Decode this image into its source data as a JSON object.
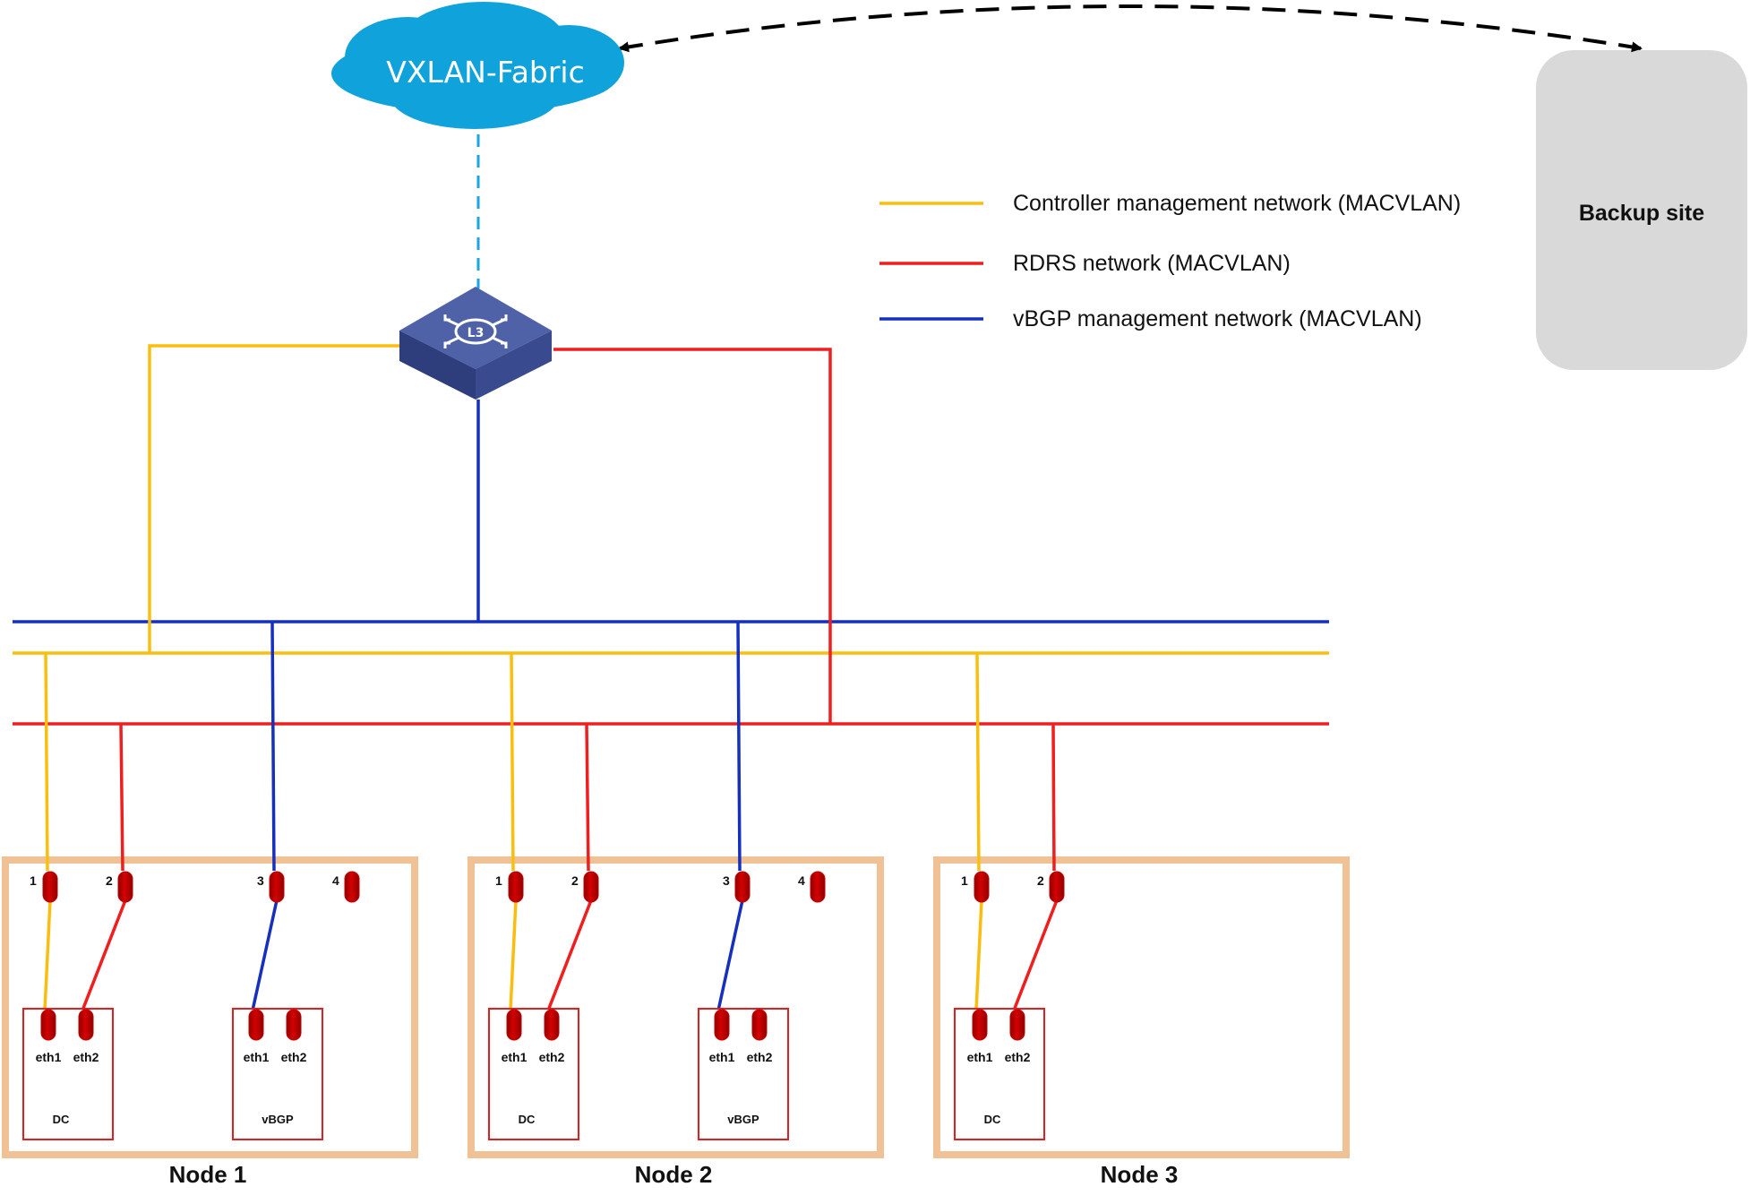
{
  "colors": {
    "controller": "#fbbd0e",
    "rdrs": "#ef1f1f",
    "vbgp": "#1530bd",
    "fabric_link": "#1aa6e0",
    "cloud": "#10a2db",
    "node_border": "#f1c196",
    "port": "#c20000",
    "vm_border": "#e02020",
    "backup_fill": "#d9d9d9",
    "switch_top": "#4f62a8",
    "switch_side": "#2e3d7c"
  },
  "cloud": {
    "label": "VXLAN-Fabric"
  },
  "backup": {
    "label": "Backup site"
  },
  "switch": {
    "icon": "l3-switch-icon"
  },
  "legend": [
    {
      "key": "controller",
      "label": "Controller management network (MACVLAN)"
    },
    {
      "key": "rdrs",
      "label": "RDRS network (MACVLAN)"
    },
    {
      "key": "vbgp",
      "label": "vBGP management network (MACVLAN)"
    }
  ],
  "nodes": [
    {
      "label": "Node 1",
      "ports": [
        "1",
        "2",
        "3",
        "4"
      ],
      "vms": [
        {
          "label": "DC",
          "eth": [
            "eth1",
            "eth2"
          ]
        },
        {
          "label": "vBGP",
          "eth": [
            "eth1",
            "eth2"
          ]
        }
      ]
    },
    {
      "label": "Node 2",
      "ports": [
        "1",
        "2",
        "3",
        "4"
      ],
      "vms": [
        {
          "label": "DC",
          "eth": [
            "eth1",
            "eth2"
          ]
        },
        {
          "label": "vBGP",
          "eth": [
            "eth1",
            "eth2"
          ]
        }
      ]
    },
    {
      "label": "Node 3",
      "ports": [
        "1",
        "2"
      ],
      "vms": [
        {
          "label": "DC",
          "eth": [
            "eth1",
            "eth2"
          ]
        }
      ]
    }
  ]
}
